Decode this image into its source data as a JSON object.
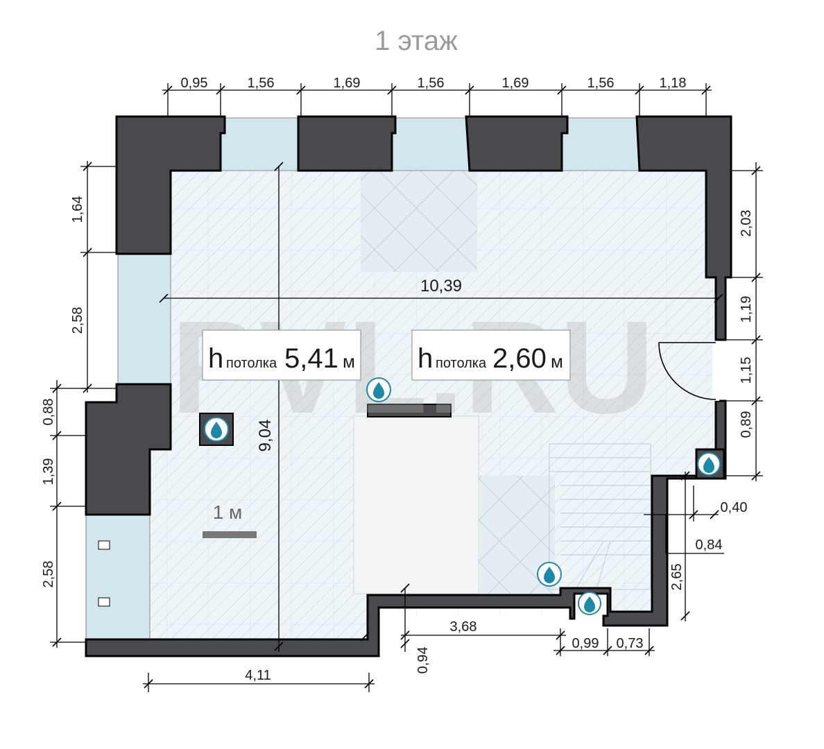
{
  "title": "1 этаж",
  "watermark": "PVL.RU",
  "ceiling_labels": [
    {
      "prefix": "h",
      "sub": "потолка",
      "value": "5,41",
      "unit": "м"
    },
    {
      "prefix": "h",
      "sub": "потолка",
      "value": "2,60",
      "unit": "м"
    }
  ],
  "scale_label": "1 м",
  "dimensions": {
    "top": [
      "0,95",
      "1,56",
      "1,69",
      "1,56",
      "1,69",
      "1,56",
      "1,18"
    ],
    "left": [
      "1,64",
      "2,58",
      "0,88",
      "1,39",
      "2,58"
    ],
    "right": [
      "2,03",
      "1,19",
      "1,15",
      "0,89"
    ],
    "overall_width": "10,39",
    "overall_height": "9,04",
    "bottom_left": "4,11",
    "bottom_mid": "3,68",
    "bottom_mid_small": "0,94",
    "bottom_right": [
      "0,99",
      "0,73"
    ],
    "right_lower": [
      "0,40",
      "0,84",
      "2,65"
    ]
  },
  "colors": {
    "wall": "#4a4b4e",
    "window": "#d2e6ee",
    "floor": "#eef5f8",
    "water_icon": "#1e88a8"
  }
}
